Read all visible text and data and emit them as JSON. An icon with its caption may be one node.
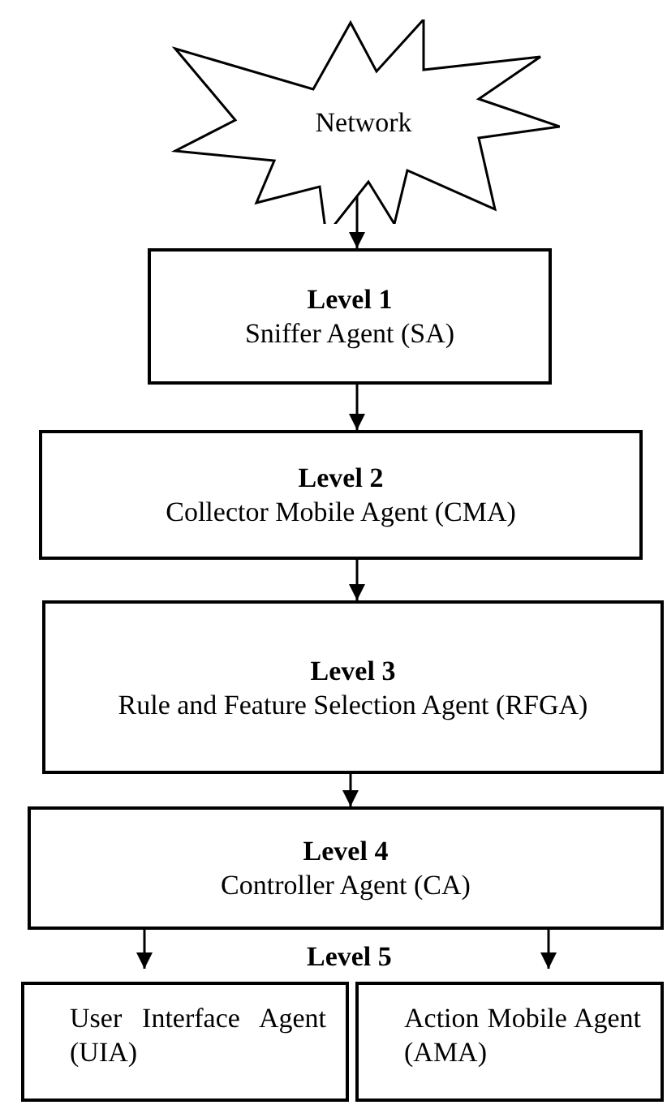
{
  "diagram": {
    "nodes": [
      {
        "text": [
          "Network"
        ]
      },
      {
        "text": [
          "Level 1",
          "Sniffer Agent (SA)"
        ]
      },
      {
        "text": [
          "Level 2",
          "Collector Mobile Agent (CMA)"
        ]
      },
      {
        "text": [
          "Level 3",
          "Rule and Feature Selection Agent (RFGA)"
        ]
      },
      {
        "text": [
          "Level 4",
          "Controller Agent (CA)"
        ]
      },
      {
        "text": [
          "User Interface Agent (UIA)"
        ]
      },
      {
        "text": [
          "Action Mobile Agent (AMA)"
        ]
      }
    ],
    "edges": [
      {
        "from": 0,
        "to": 1,
        "arrow": "to"
      },
      {
        "from": 1,
        "to": 2,
        "arrow": "to"
      },
      {
        "from": 2,
        "to": 3,
        "arrow": "to"
      },
      {
        "from": 3,
        "to": 4,
        "arrow": "to"
      },
      {
        "from": 4,
        "to": 5,
        "arrow": "to"
      },
      {
        "from": 4,
        "to": 6,
        "arrow": "to"
      }
    ],
    "labels": [
      "Level 5"
    ]
  }
}
